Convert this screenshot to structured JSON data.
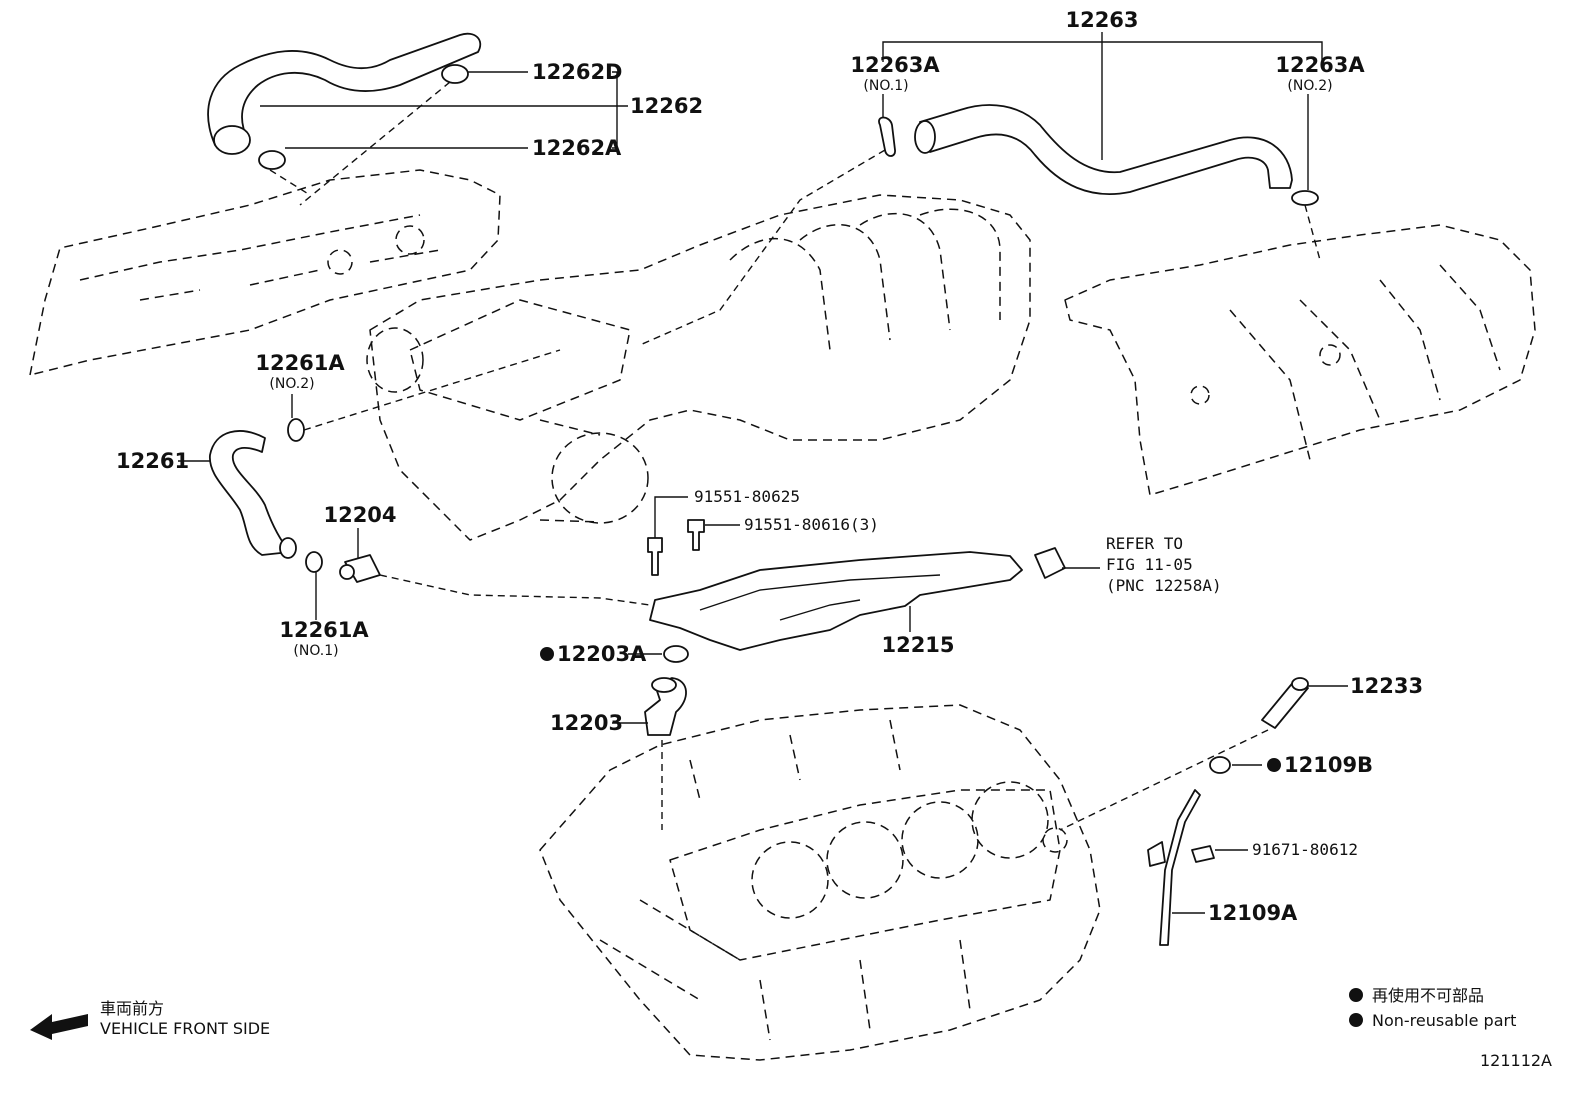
{
  "callouts": {
    "p12263": "12263",
    "p12263a_no1": "12263A",
    "p12263a_no1_sub": "(NO.1)",
    "p12263a_no2": "12263A",
    "p12263a_no2_sub": "(NO.2)",
    "p12262d": "12262D",
    "p12262": "12262",
    "p12262a": "12262A",
    "p12261a_no2": "12261A",
    "p12261a_no2_sub": "(NO.2)",
    "p12261": "12261",
    "p12204": "12204",
    "p12261a_no1": "12261A",
    "p12261a_no1_sub": "(NO.1)",
    "b91551_80625": "91551-80625",
    "b91551_80616": "91551-80616(3)",
    "refer_line1": "REFER TO",
    "refer_line2": "FIG 11-05",
    "refer_line3": "(PNC 12258A)",
    "p12215": "12215",
    "p12203a": "12203A",
    "p12203": "12203",
    "p12233": "12233",
    "p12109b": "12109B",
    "b91671_80612": "91671-80612",
    "p12109a": "12109A"
  },
  "direction": {
    "label_jp": "車両前方",
    "label_en": "VEHICLE FRONT SIDE"
  },
  "legend": {
    "line_jp": "再使用不可部品",
    "line_en": "Non-reusable part"
  },
  "figure_id": "121112A",
  "marker_color": "#111111"
}
